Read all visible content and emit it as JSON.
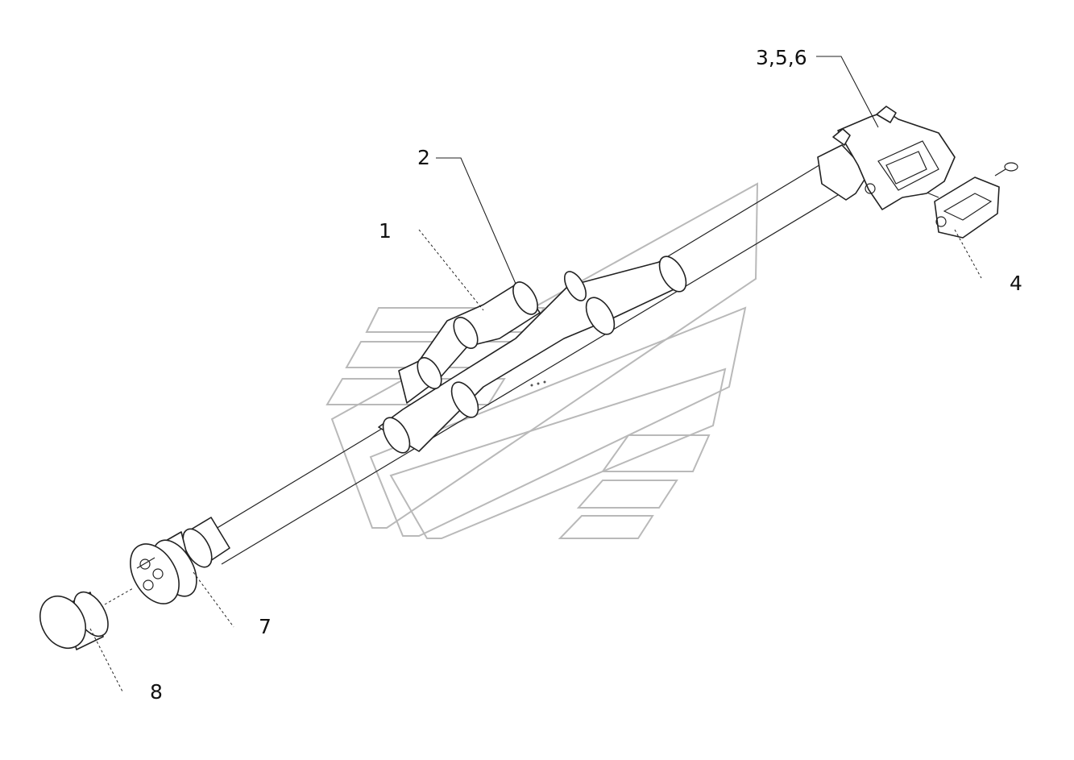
{
  "callouts": {
    "c1": "1",
    "c2": "2",
    "c356": "3,5,6",
    "c4": "4",
    "c7": "7",
    "c8": "8"
  }
}
